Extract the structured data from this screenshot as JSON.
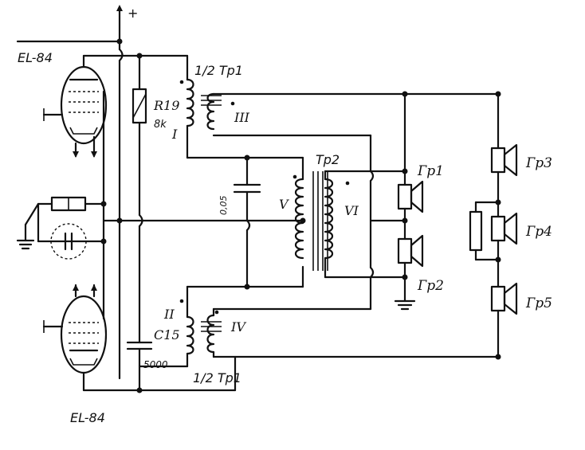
{
  "tubes": {
    "top": "EL-84",
    "bottom": "EL-84"
  },
  "supply": {
    "plus": "+"
  },
  "resistor_r19": {
    "name": "R19",
    "value": "8k"
  },
  "capacitor_c15": {
    "name": "C15",
    "value": "5000"
  },
  "capacitor_mid": {
    "value": "0,05"
  },
  "transformers": {
    "half_tp1_top": "1/2 Tp1",
    "half_tp1_bottom": "1/2 Tp1",
    "tp2": "Tp2"
  },
  "windings": {
    "w1": "I",
    "w2": "II",
    "w3": "III",
    "w4": "IV",
    "w5": "V",
    "w6": "VI"
  },
  "speakers": {
    "gr1": "Гр1",
    "gr2": "Гр2",
    "gr3": "Гр3",
    "gr4": "Гр4",
    "gr5": "Гр5"
  }
}
